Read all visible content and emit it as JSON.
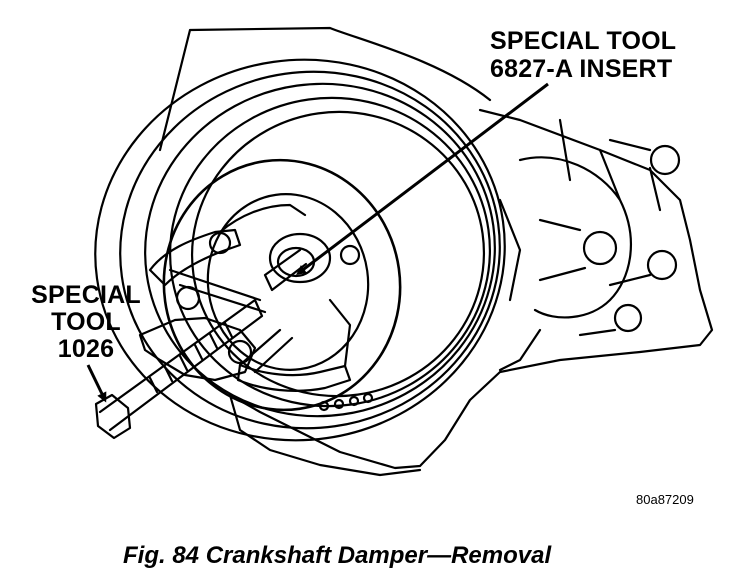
{
  "labels": {
    "insert_line1": "SPECIAL TOOL",
    "insert_line2": "6827-A INSERT",
    "puller_line1": "SPECIAL",
    "puller_line2": "TOOL",
    "puller_line3": "1026"
  },
  "figure_id": "80a87209",
  "caption": "Fig. 84 Crankshaft Damper—Removal",
  "colors": {
    "ink": "#000000",
    "paper": "#ffffff"
  }
}
